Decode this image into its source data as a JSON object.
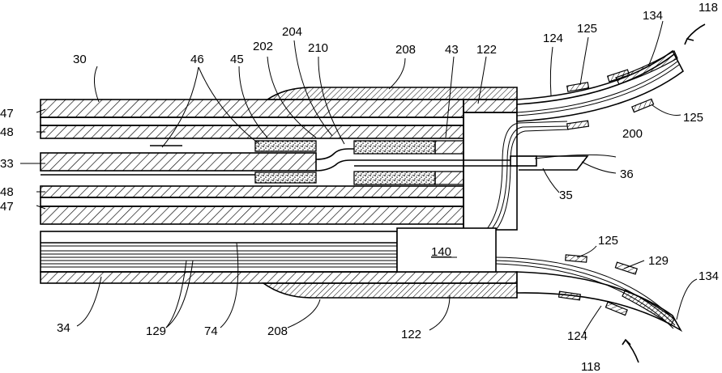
{
  "labels": {
    "l30": "30",
    "l33": "33",
    "l34": "34",
    "l35": "35",
    "l36": "36",
    "l43": "43",
    "l45": "45",
    "l46": "46",
    "l47a": "47",
    "l47b": "47",
    "l48a": "48",
    "l48b": "48",
    "l74": "74",
    "l118a": "118",
    "l118b": "118",
    "l122a": "122",
    "l122b": "122",
    "l124a": "124",
    "l124b": "124",
    "l125a": "125",
    "l125b": "125",
    "l125c": "125",
    "l129a": "129",
    "l129b": "129",
    "l134a": "134",
    "l134b": "134",
    "l140": "140",
    "l200": "200",
    "l202": "202",
    "l204": "204",
    "l208a": "208",
    "l208b": "208",
    "l210": "210"
  }
}
